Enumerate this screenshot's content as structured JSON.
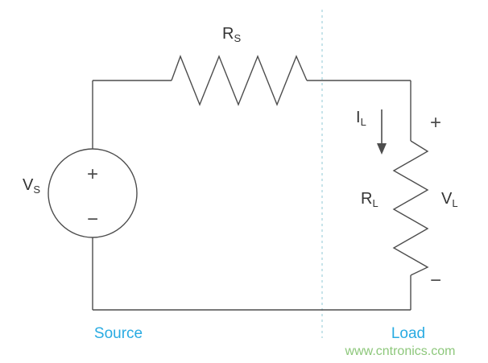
{
  "diagram": {
    "labels": {
      "v_source": {
        "base": "V",
        "sub": "S"
      },
      "r_series": {
        "base": "R",
        "sub": "S"
      },
      "i_load": {
        "base": "I",
        "sub": "L"
      },
      "r_load": {
        "base": "R",
        "sub": "L"
      },
      "v_load": {
        "base": "V",
        "sub": "L"
      }
    },
    "symbols": {
      "source_plus": "+",
      "source_minus": "−",
      "load_plus": "+",
      "load_minus": "−"
    },
    "sections": {
      "source": "Source",
      "load": "Load"
    },
    "watermark": "www.cntronics.com",
    "colors": {
      "wire": "#4d4d4d",
      "section_text": "#29abe2",
      "watermark_text": "#8dc77b",
      "divider": "#a9d5de"
    }
  }
}
